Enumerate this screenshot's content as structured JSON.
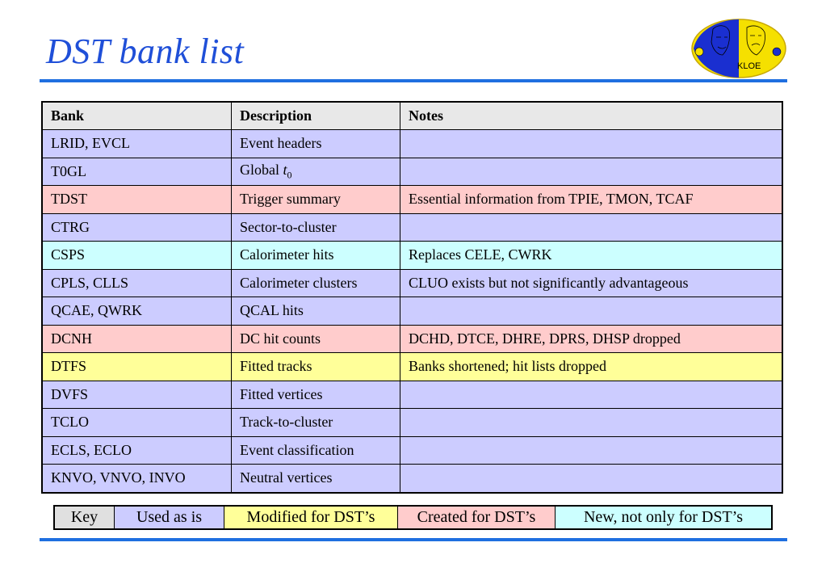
{
  "title": "DST bank list",
  "colors": {
    "used": "#ccccff",
    "created": "#ffcccc",
    "modified": "#ffff99",
    "new": "#ccffff",
    "header": "#e8e8e8",
    "accent": "#1f6fe0"
  },
  "table": {
    "headers": [
      "Bank",
      "Description",
      "Notes"
    ],
    "rows": [
      {
        "bank": "LRID, EVCL",
        "description": "Event headers",
        "notes": "",
        "status": "used"
      },
      {
        "bank": "T0GL",
        "description": "Global ",
        "description_sub": "0",
        "description_ital": "t",
        "notes": "",
        "status": "used"
      },
      {
        "bank": "TDST",
        "description": "Trigger summary",
        "notes": "Essential information from TPIE, TMON, TCAF",
        "status": "created"
      },
      {
        "bank": "CTRG",
        "description": "Sector-to-cluster",
        "notes": "",
        "status": "used"
      },
      {
        "bank": "CSPS",
        "description": "Calorimeter hits",
        "notes": "Replaces CELE, CWRK",
        "status": "new"
      },
      {
        "bank": "CPLS, CLLS",
        "description": "Calorimeter clusters",
        "notes": "CLUO exists but not significantly advantageous",
        "status": "used"
      },
      {
        "bank": "QCAE, QWRK",
        "description": "QCAL hits",
        "notes": "",
        "status": "used"
      },
      {
        "bank": "DCNH",
        "description": "DC hit counts",
        "notes": "DCHD, DTCE, DHRE, DPRS, DHSP dropped",
        "status": "created"
      },
      {
        "bank": "DTFS",
        "description": "Fitted tracks",
        "notes": "Banks shortened; hit lists dropped",
        "status": "modified"
      },
      {
        "bank": "DVFS",
        "description": "Fitted vertices",
        "notes": "",
        "status": "used"
      },
      {
        "bank": "TCLO",
        "description": "Track-to-cluster",
        "notes": "",
        "status": "used"
      },
      {
        "bank": "ECLS, ECLO",
        "description": "Event classification",
        "notes": "",
        "status": "used"
      },
      {
        "bank": "KNVO, VNVO, INVO",
        "description": "Neutral vertices",
        "notes": "",
        "status": "used"
      }
    ]
  },
  "key": {
    "label": "Key",
    "used": "Used as is",
    "modified": "Modified for DST’s",
    "created": "Created for DST’s",
    "new": "New, not only for DST’s"
  },
  "logo": {
    "text": "KLOE",
    "icon": "kloe-logo-icon"
  }
}
